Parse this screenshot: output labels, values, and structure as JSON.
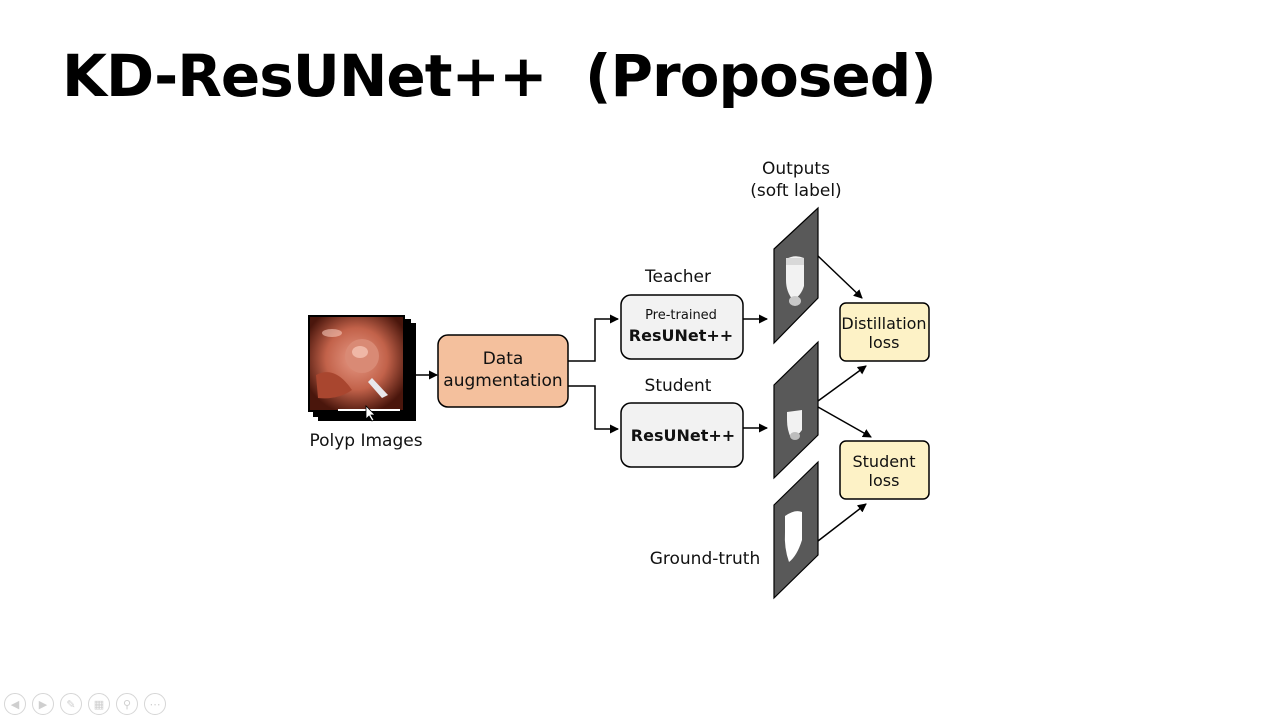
{
  "slide": {
    "title": "KD-ResUNet++  (Proposed)"
  },
  "diagram": {
    "input_label": "Polyp Images",
    "augmentation": {
      "line1": "Data",
      "line2": "augmentation"
    },
    "teacher": {
      "caption": "Teacher",
      "line1": "Pre-trained",
      "line2": "ResUNet++"
    },
    "student": {
      "caption": "Student",
      "line1": "ResUNet++"
    },
    "outputs_label": {
      "line1": "Outputs",
      "line2": "(soft label)"
    },
    "ground_truth_label": "Ground-truth",
    "distillation_loss": {
      "line1": "Distillation",
      "line2": "loss"
    },
    "student_loss": {
      "line1": "Student",
      "line2": "loss"
    }
  },
  "colors": {
    "augmentation_fill": "#f4c09d",
    "model_fill": "#f2f2f2",
    "loss_fill": "#fdf2c6",
    "mask_panel": "#595959"
  },
  "toolbar": {
    "icons": [
      "prev-icon",
      "next-icon",
      "pen-icon",
      "slides-icon",
      "zoom-icon",
      "more-icon"
    ]
  }
}
